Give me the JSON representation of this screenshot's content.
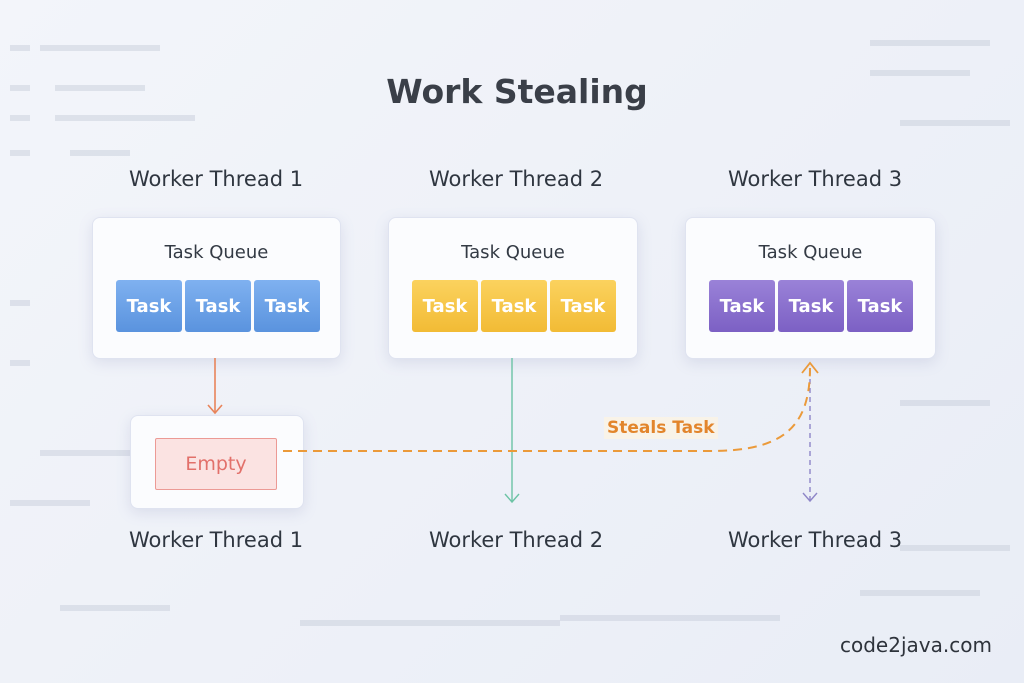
{
  "title": "Work Stealing",
  "workers": [
    {
      "name": "Worker Thread 1",
      "queue_label": "Task Queue",
      "tasks": [
        "Task",
        "Task",
        "Task"
      ],
      "color": "#5a93de"
    },
    {
      "name": "Worker Thread 2",
      "queue_label": "Task Queue",
      "tasks": [
        "Task",
        "Task",
        "Task"
      ],
      "color": "#f2bb35"
    },
    {
      "name": "Worker Thread 3",
      "queue_label": "Task Queue",
      "tasks": [
        "Task",
        "Task",
        "Task"
      ],
      "color": "#7c60c4"
    }
  ],
  "bottom_labels": [
    "Worker Thread 1",
    "Worker Thread 2",
    "Worker Thread 3"
  ],
  "empty_label": "Empty",
  "steal_label": "Steals Task",
  "brand": "code2java.com",
  "colors": {
    "steal": "#e2852c",
    "empty": "#e2706a"
  }
}
